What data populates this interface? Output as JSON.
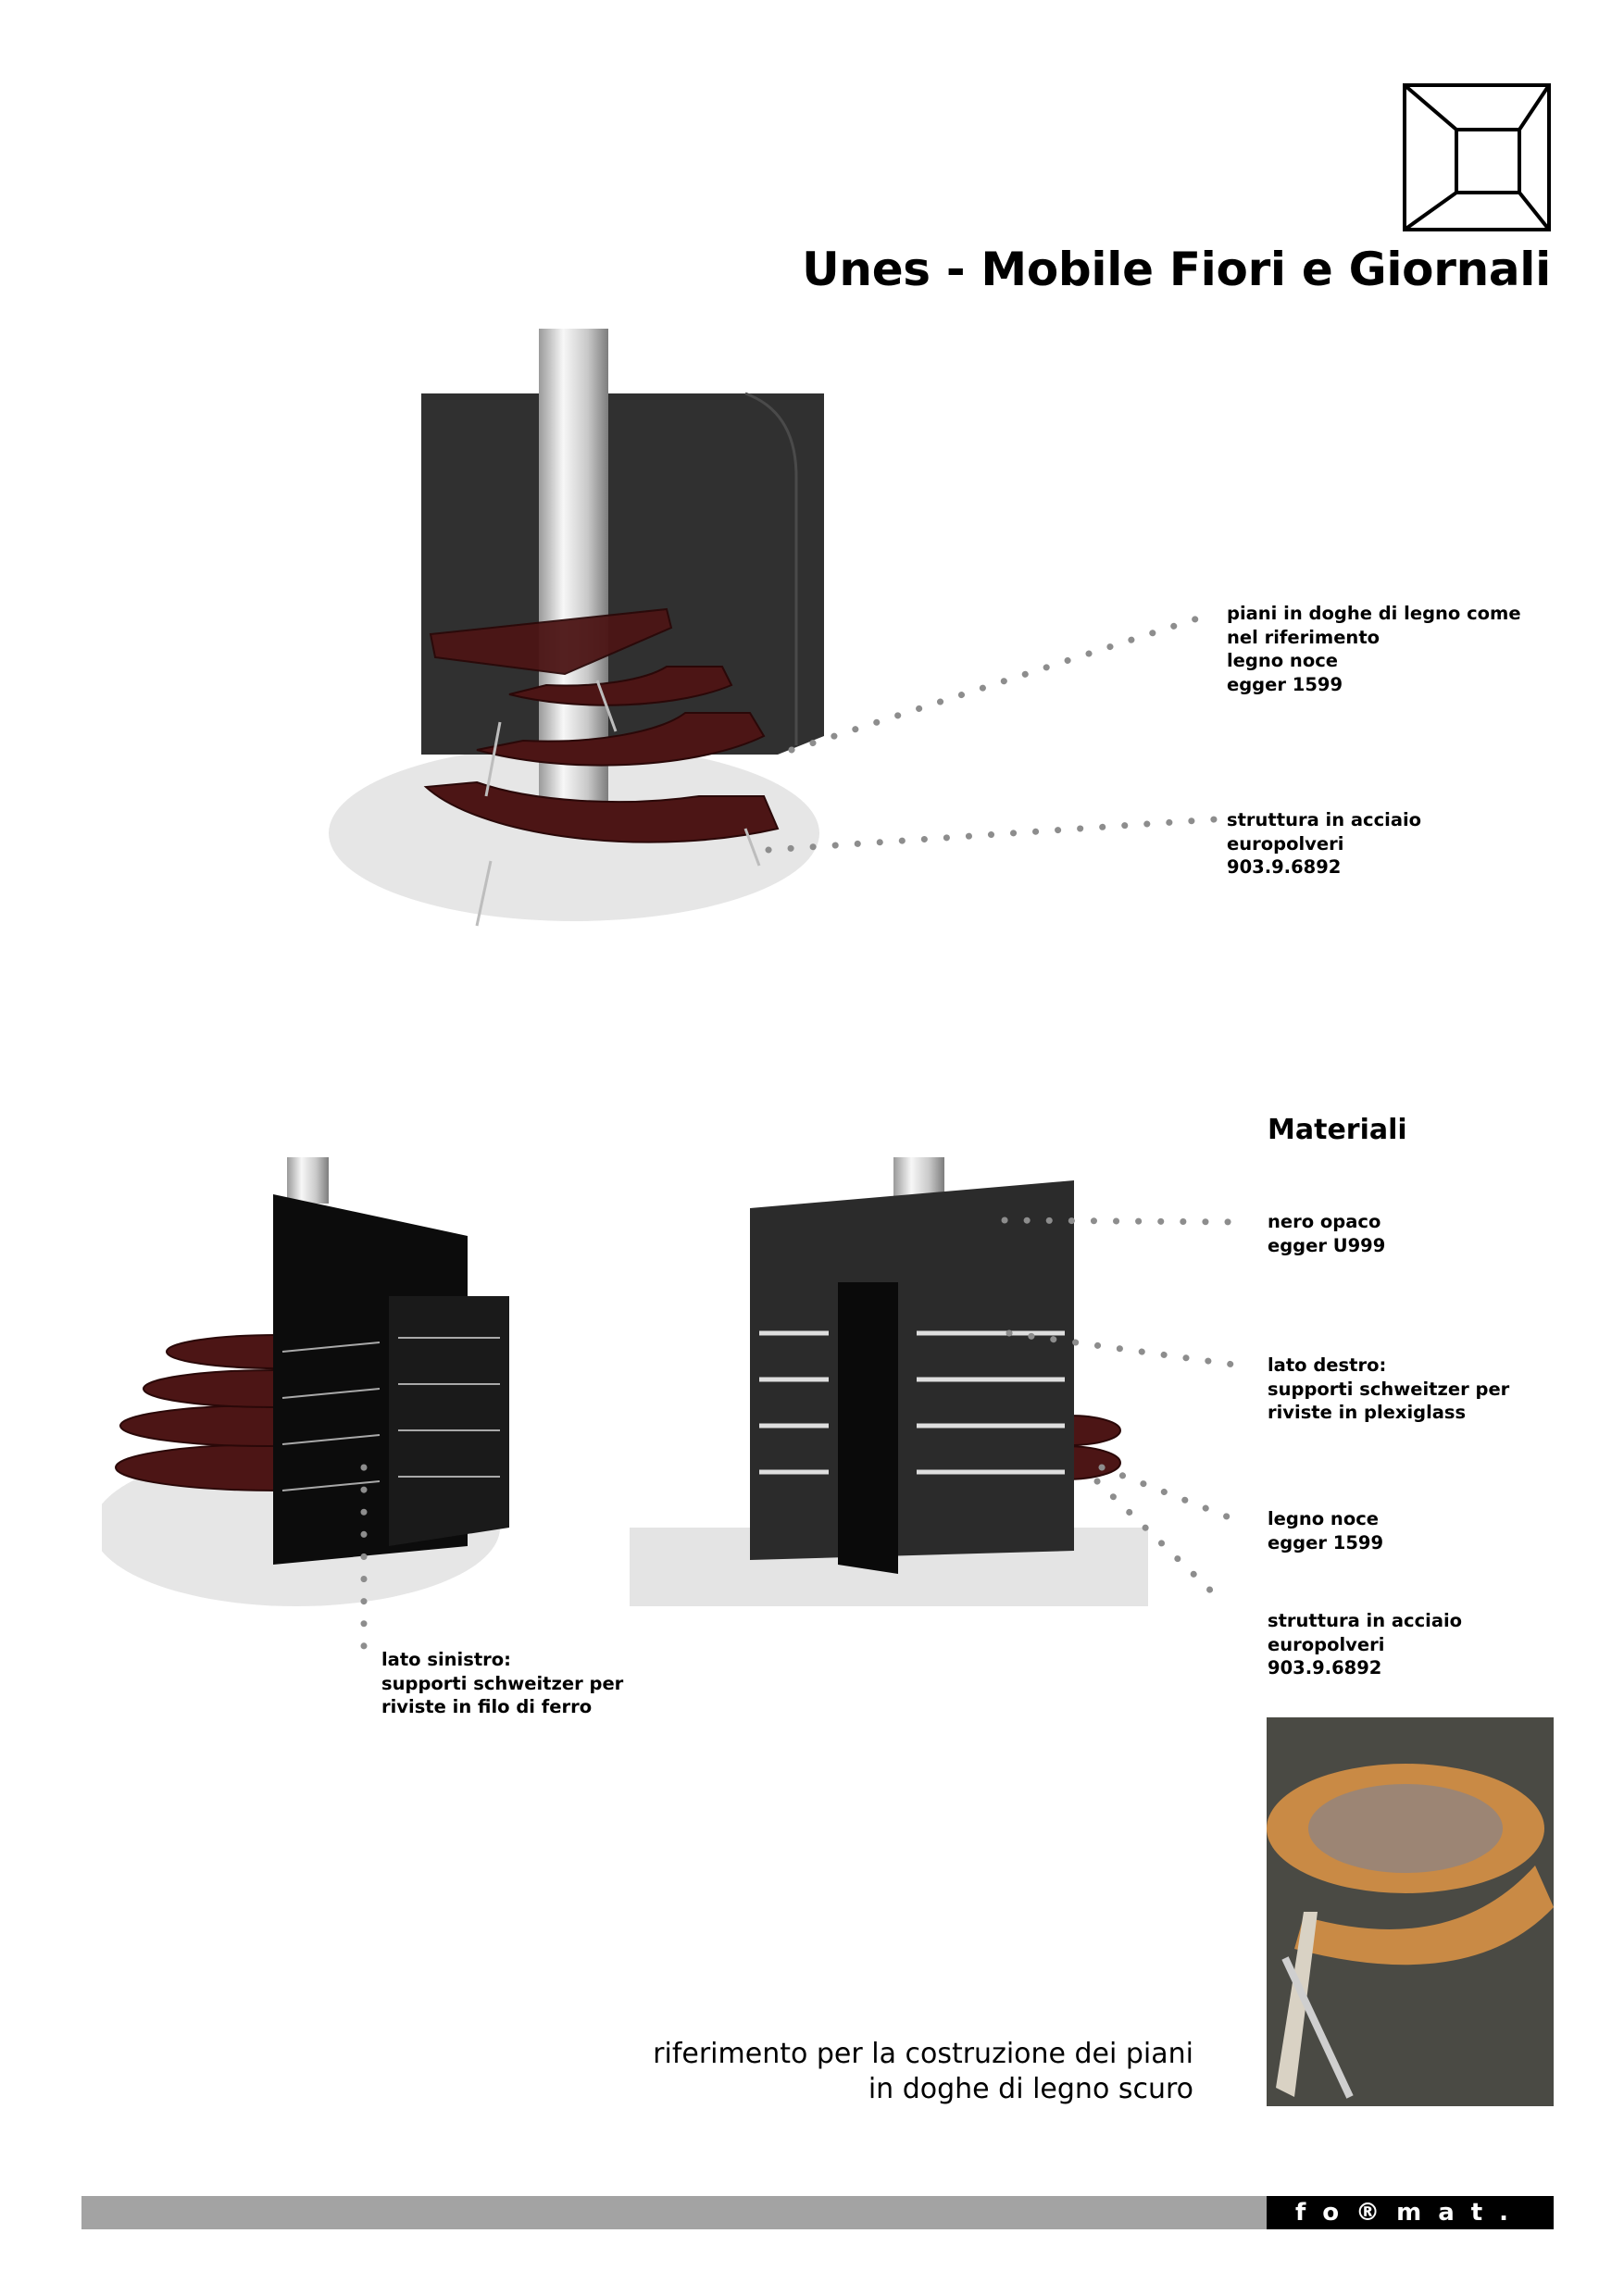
{
  "header": {
    "logo": "format-square-frame-logo",
    "title": "Unes - Mobile Fiori e Giornali"
  },
  "annotations": {
    "top_shelves": "piani in doghe di legno come\nnel riferimento\nlegno noce\negger 1599",
    "top_structure": "struttura in acciaio\neuropolveri\n903.9.6892",
    "left_side": "lato sinistro:\nsupporti schweitzer per\nriviste in filo di ferro"
  },
  "materials": {
    "heading": "Materiali",
    "items": [
      "nero opaco\negger U999",
      "lato destro:\nsupporti schweitzer per\nriviste in plexiglass",
      "legno noce\negger 1599",
      "struttura in acciaio\neuropolveri\n903.9.6892"
    ]
  },
  "reference": {
    "caption": "riferimento per la costruzione dei piani\nin doghe di legno scuro"
  },
  "footer": {
    "brand": "fo®mat."
  },
  "colors": {
    "wood": "#4a1414",
    "panel": "#2b2b2b",
    "steel": "#d8d8d8",
    "shadow": "#e4e4e4",
    "footer_bar": "#a3a3a3"
  }
}
